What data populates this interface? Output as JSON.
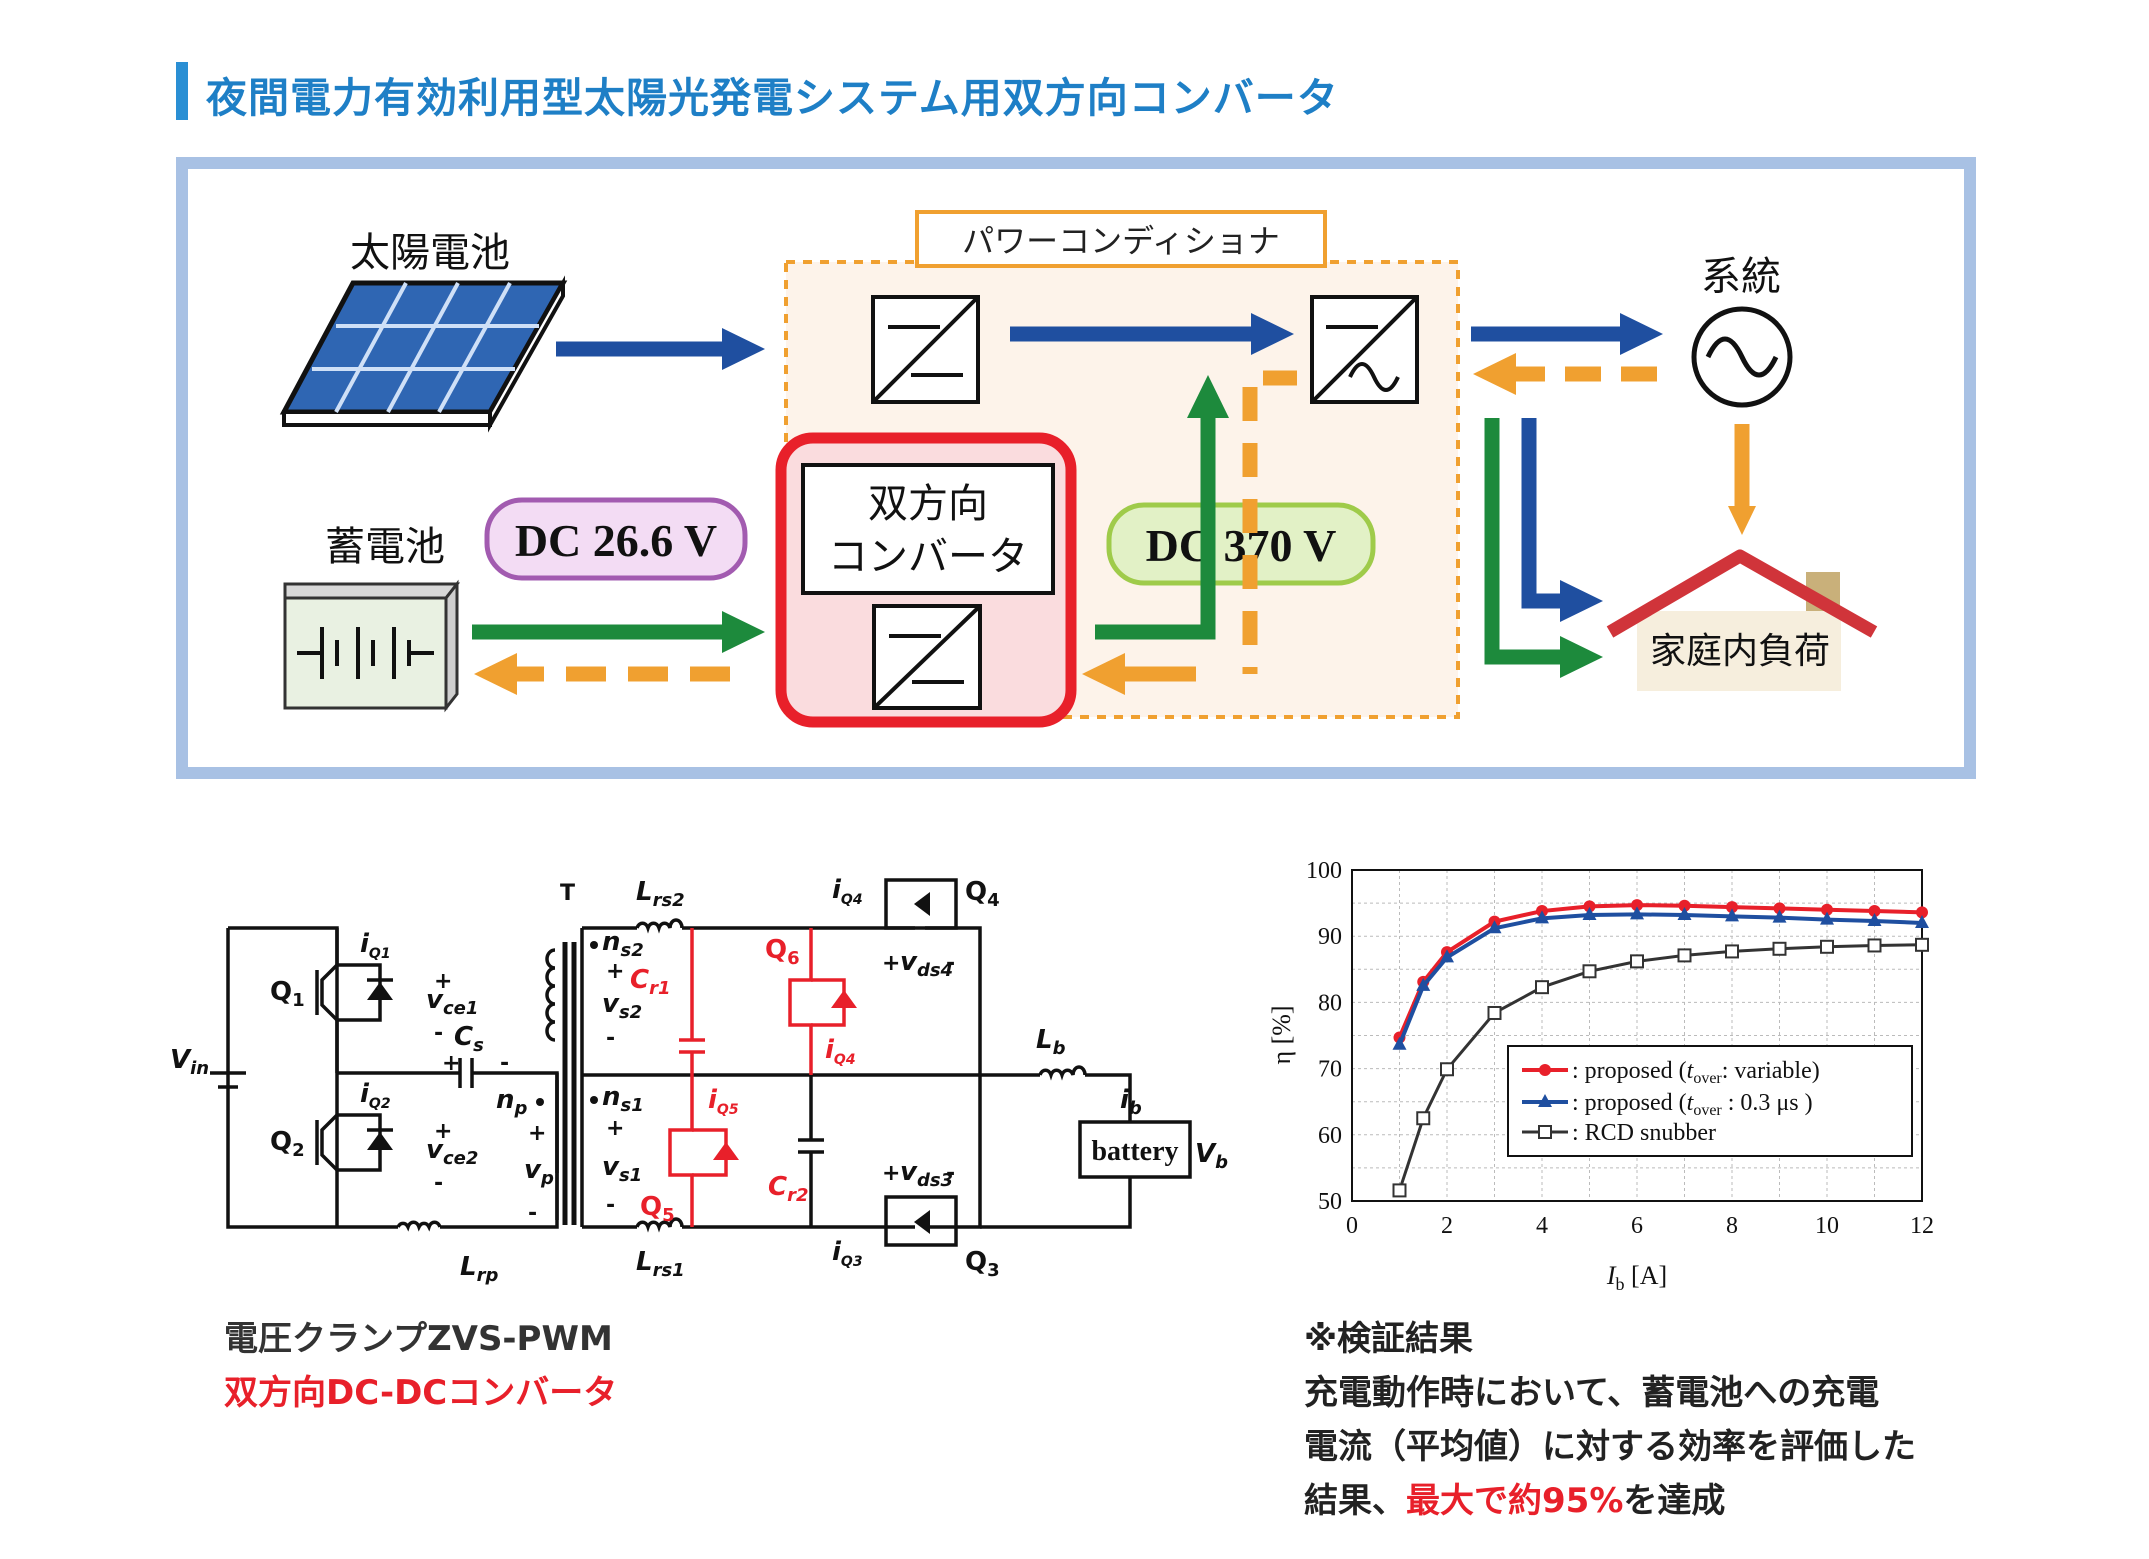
{
  "title": "夜間電力有効利用型太陽光発電システム用双方向コンバータ",
  "block": {
    "solar": "太陽電池",
    "battery": "蓄電池",
    "grid": "系統",
    "power_conditioner": "パワーコンディショナ",
    "converter_line1": "双方向",
    "converter_line2": "コンバータ",
    "house": "家庭内負荷",
    "dc_low": "DC 26.6 V",
    "dc_high": "DC 370 V",
    "colors": {
      "blue": "#1f4fa0",
      "green": "#1d8a3c",
      "orange": "#f0a030",
      "red": "#e8202a"
    }
  },
  "circuit": {
    "vin": "V",
    "vin_sub": "in",
    "q1": "Q",
    "q1_sub": "1",
    "q2": "Q",
    "q2_sub": "2",
    "q3": "Q",
    "q3_sub": "3",
    "q4": "Q",
    "q4_sub": "4",
    "q5": "Q",
    "q5_sub": "5",
    "q6": "Q",
    "q6_sub": "6",
    "vce1": "v",
    "vce1_sub": "ce1",
    "vce2": "v",
    "vce2_sub": "ce2",
    "iq": "i",
    "iq1_sub": "Q1",
    "iq2_sub": "Q2",
    "iq3_sub": "Q3",
    "iq4_sub": "Q4",
    "iq5_sub": "Q5",
    "cs": "C",
    "cs_sub": "s",
    "transformer": "T",
    "np": "n",
    "np_sub": "p",
    "vp": "v",
    "vp_sub": "p",
    "lrp": "L",
    "lrp_sub": "rp",
    "ns2": "n",
    "ns2_sub": "s2",
    "vs2": "v",
    "vs2_sub": "s2",
    "ns1": "n",
    "ns1_sub": "s1",
    "vs1": "v",
    "vs1_sub": "s1",
    "lrs2": "L",
    "lrs2_sub": "rs2",
    "lrs1": "L",
    "lrs1_sub": "rs1",
    "cr1": "C",
    "cr1_sub": "r1",
    "cr2": "C",
    "cr2_sub": "r2",
    "vds4": "v",
    "vds4_sub": "ds4",
    "vds3": "v",
    "vds3_sub": "ds3",
    "lb": "L",
    "lb_sub": "b",
    "ib": "i",
    "ib_sub": "b",
    "battery": "battery",
    "vb": "V",
    "vb_sub": "b",
    "plus": "+",
    "minus": "-",
    "caption_line1": "電圧クランプZVS-PWM",
    "caption_line2": "双方向DC-DCコンバータ"
  },
  "chart_data": {
    "type": "line",
    "xlabel": "I",
    "xlabel_sub": "b",
    "xlabel_unit": " [A]",
    "ylabel": "η [%]",
    "xlim": [
      0,
      12
    ],
    "ylim": [
      50,
      100
    ],
    "xticks": [
      0,
      2,
      4,
      6,
      8,
      10,
      12
    ],
    "yticks": [
      50,
      60,
      70,
      80,
      90,
      100
    ],
    "grid": true,
    "legend_position": "lower-right",
    "series": [
      {
        "name": ": proposed (t_over: variable)",
        "color": "#e8202a",
        "marker": "circle",
        "x": [
          1,
          1.5,
          2,
          3,
          4,
          5,
          6,
          7,
          8,
          9,
          10,
          11,
          12
        ],
        "y": [
          74.7,
          83.1,
          87.6,
          92.2,
          93.8,
          94.5,
          94.7,
          94.6,
          94.4,
          94.2,
          94.0,
          93.8,
          93.6
        ]
      },
      {
        "name": ": proposed (t_over : 0.3 μs )",
        "color": "#1f4fa0",
        "marker": "triangle",
        "x": [
          1,
          1.5,
          2,
          3,
          4,
          5,
          6,
          7,
          8,
          9,
          10,
          11,
          12
        ],
        "y": [
          73.6,
          82.5,
          86.8,
          91.2,
          92.7,
          93.2,
          93.3,
          93.2,
          93.0,
          92.8,
          92.5,
          92.3,
          92.0
        ]
      },
      {
        "name": ": RCD snubber",
        "color": "#333333",
        "marker": "square",
        "x": [
          1,
          1.5,
          2,
          3,
          4,
          5,
          6,
          7,
          8,
          9,
          10,
          11,
          12
        ],
        "y": [
          51.6,
          62.5,
          69.9,
          78.4,
          82.3,
          84.7,
          86.2,
          87.1,
          87.7,
          88.1,
          88.4,
          88.6,
          88.7
        ]
      }
    ]
  },
  "legend_parts": {
    "s1_pre": ": proposed (",
    "s1_t": "t",
    "s1_sub": "over",
    "s1_post": ": variable)",
    "s2_pre": ": proposed (",
    "s2_t": "t",
    "s2_sub": "over",
    "s2_post": " : 0.3 μs )",
    "s3": ": RCD snubber"
  },
  "result": {
    "heading": "※検証結果",
    "line1": "充電動作時において、蓄電池への充電",
    "line2": "電流（平均値）に対する効率を評価した",
    "line3_pre": "結果、",
    "line3_red": "最大で約95%",
    "line3_post": "を達成"
  }
}
